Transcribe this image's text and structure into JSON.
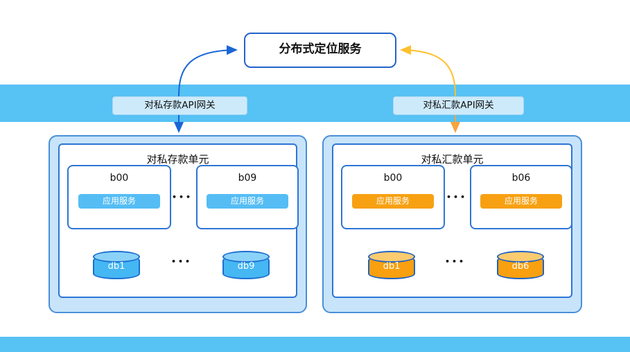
{
  "service": {
    "label": "分布式定位服务"
  },
  "gateways": {
    "deposit": "对私存款API网关",
    "remit": "对私汇款API网关"
  },
  "deposit_unit": {
    "title": "对私存款单元",
    "nodes": [
      {
        "name": "b00",
        "service": "应用服务"
      },
      {
        "name": "b09",
        "service": "应用服务"
      }
    ],
    "databases": [
      "db1",
      "db9"
    ],
    "ellipsis": "•••"
  },
  "remit_unit": {
    "title": "对私汇款单元",
    "nodes": [
      {
        "name": "b00",
        "service": "应用服务"
      },
      {
        "name": "b06",
        "service": "应用服务"
      }
    ],
    "databases": [
      "db1",
      "db6"
    ],
    "ellipsis": "•••"
  },
  "colors": {
    "band_cyan": "#57C2F4",
    "blue_arrow": "#1A66D6",
    "yellow_arrow": "#FFC02E",
    "orange_arrow": "#F7A43C",
    "box_border_blue": "#2E75D5",
    "service_pill_blue": "#55BDF4",
    "service_pill_orange": "#F7A112",
    "cylinder_blue": "#45B7F3",
    "cylinder_orange": "#F8A00F"
  }
}
